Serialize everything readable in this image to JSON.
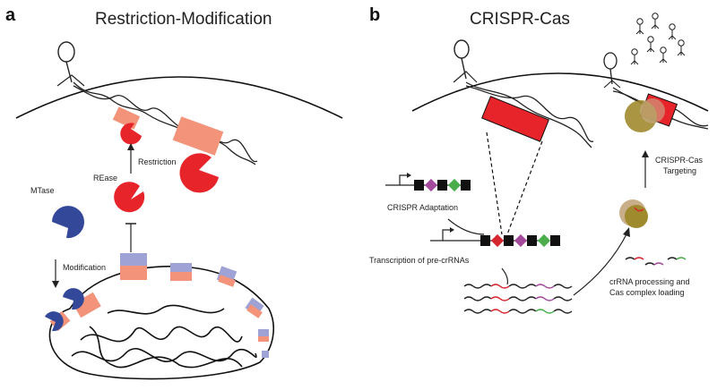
{
  "panel_a": {
    "letter": "a",
    "title": "Restriction-Modification",
    "labels": {
      "mtase": "MTase",
      "modification": "Modification",
      "rease": "REase",
      "restriction": "Restriction"
    }
  },
  "panel_b": {
    "letter": "b",
    "title": "CRISPR-Cas",
    "labels": {
      "adaptation": "CRISPR Adaptation",
      "transcription": "Transcription of pre-crRNAs",
      "processing_line1": "crRNA processing and",
      "processing_line2": "Cas complex loading",
      "targeting_line1": "CRISPR-Cas",
      "targeting_line2": "Targeting"
    }
  },
  "colors": {
    "rease_red": "#e8242b",
    "mtase_blue": "#34489a",
    "methyl_salmon": "#f2937a",
    "methyl_lavender": "#9ea2d4",
    "spacer_red": "#d6262e",
    "spacer_purple": "#a44a9c",
    "spacer_green": "#4bac4b",
    "cas_olive": "#a08a2e",
    "cas_tan": "#c9ae8a"
  }
}
